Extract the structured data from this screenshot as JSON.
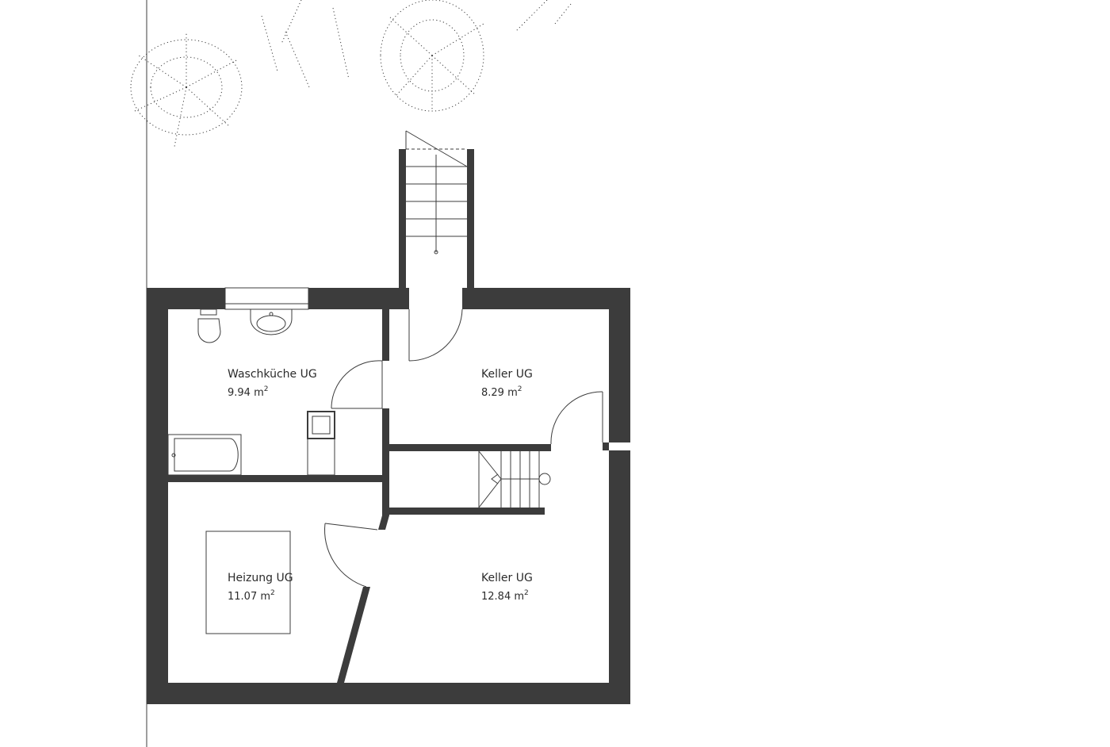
{
  "rooms": [
    {
      "name": "Waschküche UG",
      "area_value": "9.94 m",
      "area_unit_exp": "2"
    },
    {
      "name": "Keller UG",
      "area_value": "8.29 m",
      "area_unit_exp": "2"
    },
    {
      "name": "Heizung UG",
      "area_value": "11.07 m",
      "area_unit_exp": "2"
    },
    {
      "name": "Keller UG",
      "area_value": "12.84 m",
      "area_unit_exp": "2"
    }
  ],
  "colors": {
    "wall": "#3c3c3c",
    "line": "#3c3c3c",
    "background": "#ffffff"
  },
  "icons": [
    "toilet-icon",
    "washbasin-icon",
    "bathtub-icon",
    "appliance-icon",
    "boiler-icon",
    "tree-icon",
    "stair-icon"
  ]
}
